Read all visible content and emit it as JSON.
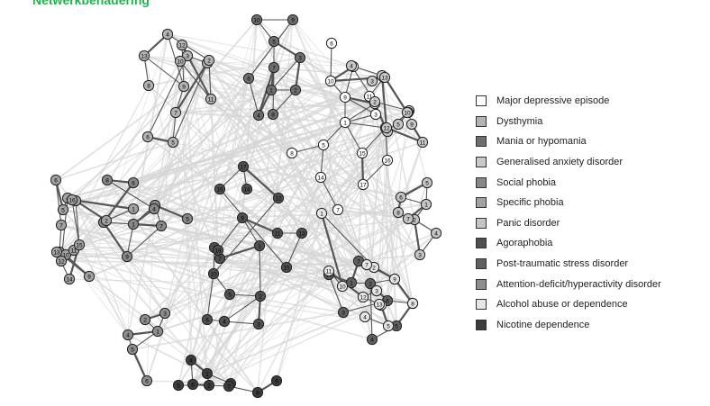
{
  "title": "Netwerkbenadering",
  "title_color": "#22b14c",
  "legend": [
    {
      "label": "Major depressive episode",
      "color": "#ffffff"
    },
    {
      "label": "Dysthymia",
      "color": "#b3b3b3"
    },
    {
      "label": "Mania or hypomania",
      "color": "#6e6e6e"
    },
    {
      "label": "Generalised anxiety disorder",
      "color": "#c8c8c8"
    },
    {
      "label": "Social phobia",
      "color": "#888888"
    },
    {
      "label": "Specific phobia",
      "color": "#a2a2a2"
    },
    {
      "label": "Panic disorder",
      "color": "#c4c4c4"
    },
    {
      "label": "Agoraphobia",
      "color": "#505050"
    },
    {
      "label": "Post-traumatic stress disorder",
      "color": "#606060"
    },
    {
      "label": "Attention-deficit/hyperactivity disorder",
      "color": "#8e8e8e"
    },
    {
      "label": "Alcohol abuse or dependence",
      "color": "#e6e6e6"
    },
    {
      "label": "Nicotine dependence",
      "color": "#3c3c3c"
    }
  ],
  "clusters": [
    {
      "disorder": "Major depressive episode",
      "nodes": [
        "1",
        "2",
        "3",
        "4",
        "5",
        "6",
        "7",
        "8",
        "9",
        "10",
        "11",
        "12",
        "13",
        "14",
        "15",
        "16",
        "17"
      ]
    },
    {
      "disorder": "Dysthymia",
      "nodes": [
        "1",
        "2",
        "3",
        "4",
        "5",
        "6",
        "7",
        "8",
        "9",
        "10",
        "11",
        "12",
        "13"
      ]
    },
    {
      "disorder": "Mania or hypomania",
      "nodes": [
        "1",
        "2",
        "3",
        "4",
        "5",
        "6",
        "7",
        "8",
        "9",
        "10"
      ]
    },
    {
      "disorder": "Generalised anxiety disorder",
      "nodes": [
        "1",
        "2",
        "3",
        "4",
        "5",
        "6",
        "7",
        "8",
        "9",
        "10",
        "11",
        "12",
        "13"
      ]
    },
    {
      "disorder": "Social phobia",
      "nodes": [
        "1",
        "2",
        "3",
        "4",
        "5",
        "6",
        "7",
        "8",
        "9"
      ]
    },
    {
      "disorder": "Specific phobia",
      "nodes": [
        "1",
        "2",
        "3",
        "4",
        "5",
        "6",
        "7",
        "8",
        "9",
        "10",
        "11",
        "12",
        "13",
        "14",
        "15",
        "16"
      ]
    },
    {
      "disorder": "Panic disorder",
      "nodes": [
        "1",
        "2",
        "3",
        "4",
        "5",
        "6",
        "7",
        "8"
      ]
    },
    {
      "disorder": "Agoraphobia",
      "nodes": [
        "1",
        "2",
        "3",
        "4",
        "5",
        "6",
        "7",
        "8",
        "9",
        "10",
        "11",
        "12",
        "13",
        "14",
        "15",
        "16",
        "17",
        "18"
      ]
    },
    {
      "disorder": "Post-traumatic stress disorder",
      "nodes": [
        "1",
        "2",
        "3",
        "4",
        "5",
        "6",
        "7",
        "8",
        "9",
        "10"
      ]
    },
    {
      "disorder": "Attention-deficit/hyperactivity disorder",
      "nodes": [
        "1",
        "2",
        "3",
        "4",
        "5",
        "6"
      ]
    },
    {
      "disorder": "Alcohol abuse or dependence",
      "nodes": [
        "1",
        "2",
        "3",
        "4",
        "5",
        "6",
        "7",
        "8",
        "9",
        "10",
        "11",
        "12",
        "13"
      ]
    },
    {
      "disorder": "Nicotine dependence",
      "nodes": [
        "1",
        "2",
        "3",
        "4",
        "5",
        "6",
        "7",
        "8",
        "9"
      ]
    }
  ]
}
